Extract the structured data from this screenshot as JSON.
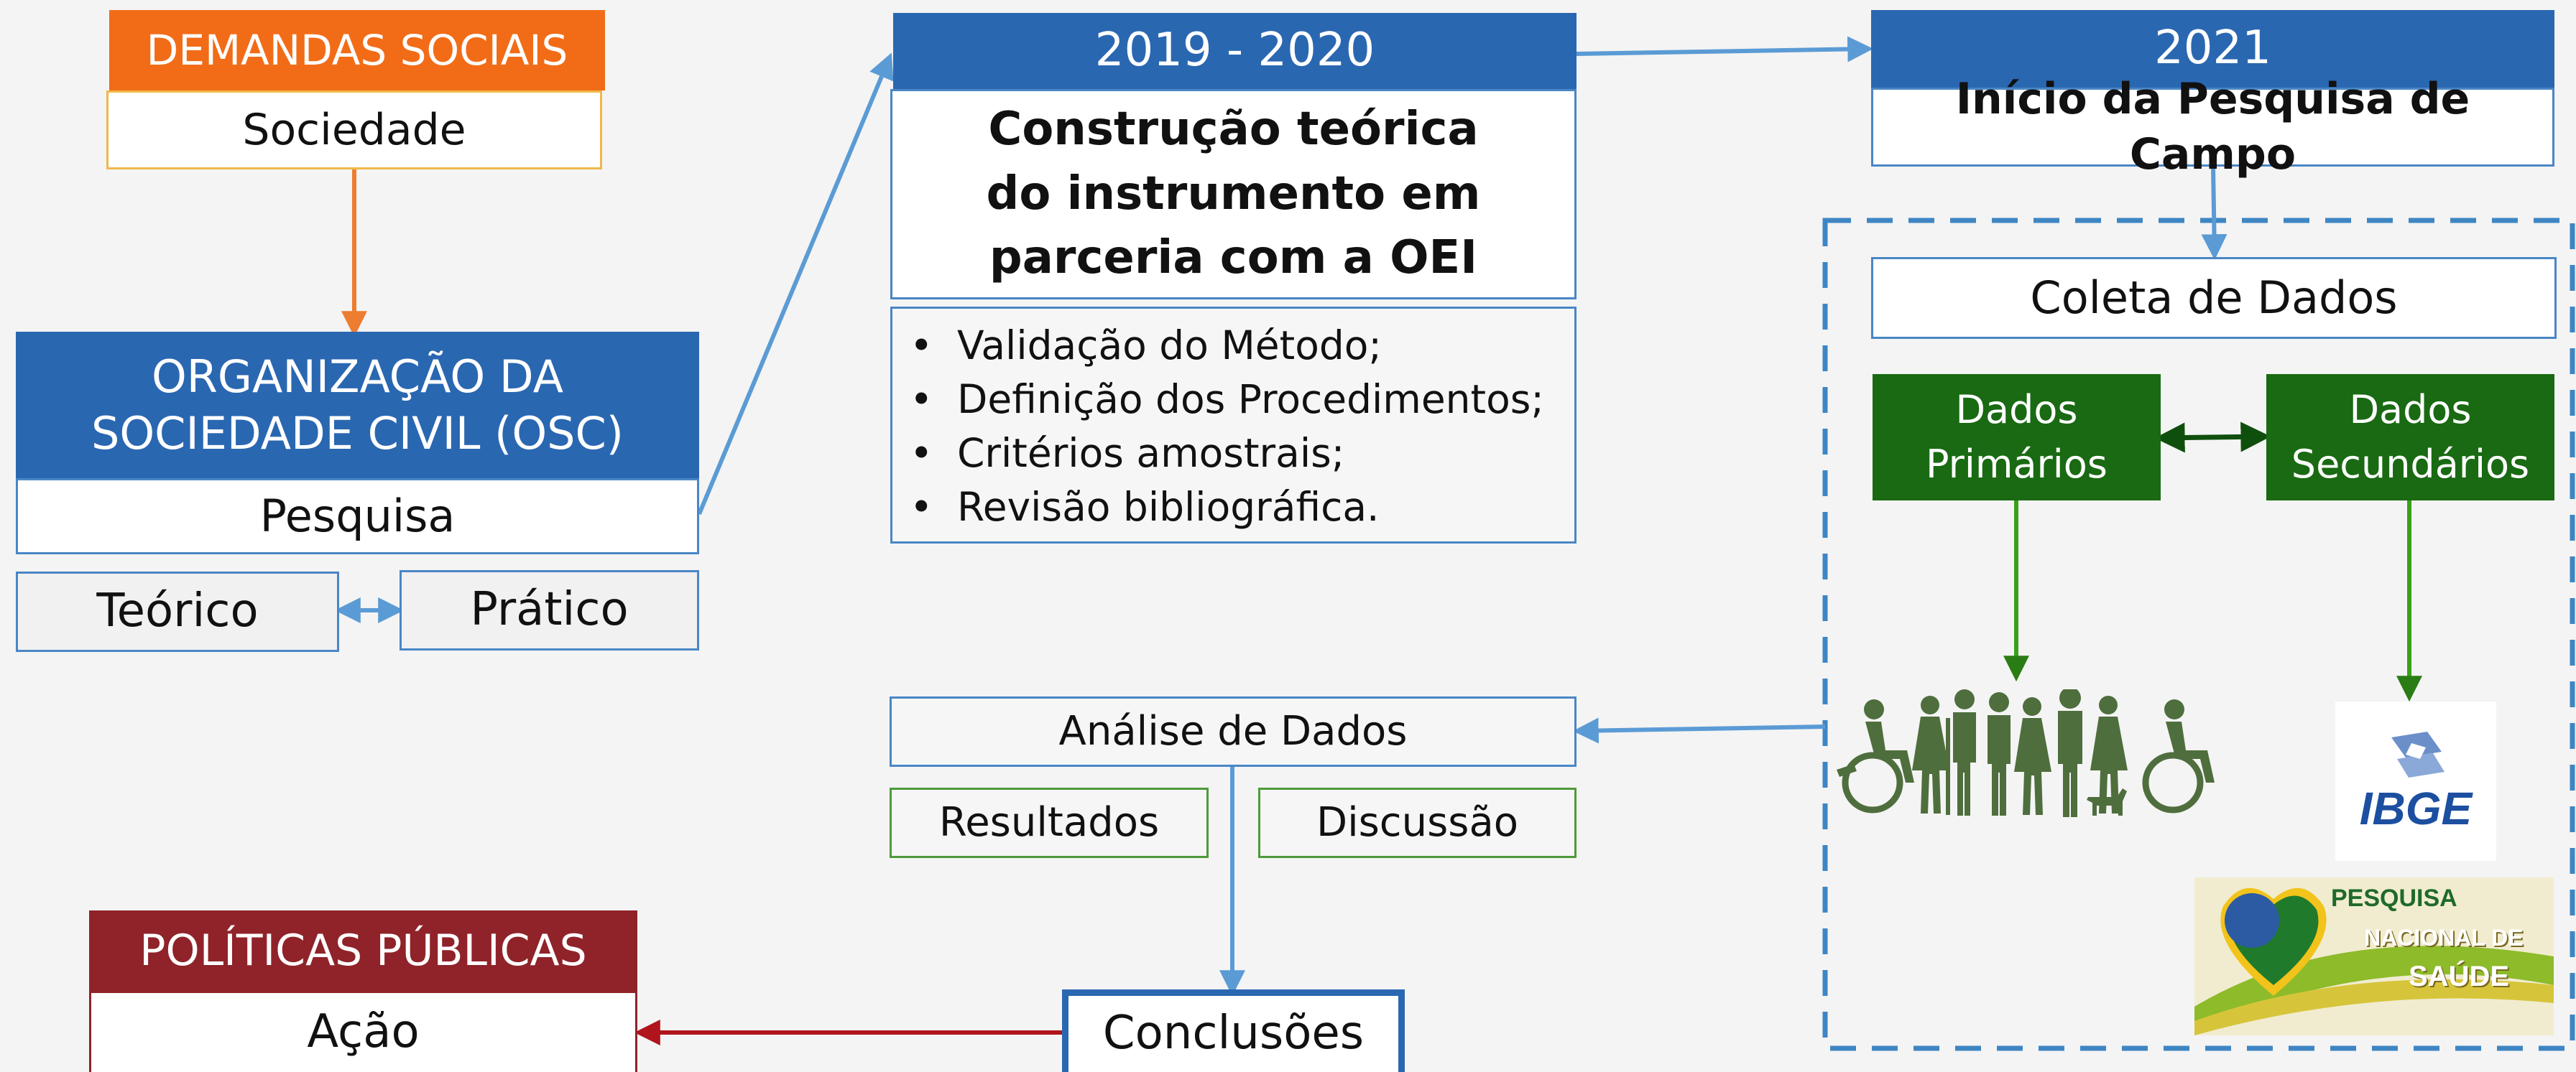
{
  "left": {
    "demandas": {
      "title": "DEMANDAS SOCIAIS",
      "label": "Sociedade"
    },
    "osc": {
      "title": "ORGANIZAÇÃO DA SOCIEDADE CIVIL (OSC)",
      "label": "Pesquisa"
    },
    "teorico": "Teórico",
    "pratico": "Prático",
    "politicas": {
      "title": "POLÍTICAS PÚBLICAS",
      "label": "Ação"
    }
  },
  "middle": {
    "period": "2019 - 2020",
    "construcao": "Construção teórica do instrumento em parceria com a OEI",
    "bullets": [
      "Validação do Método;",
      "Definição dos Procedimentos;",
      "Critérios amostrais;",
      "Revisão bibliográfica."
    ],
    "analise": "Análise de Dados",
    "resultados": "Resultados",
    "discussao": "Discussão",
    "conclusoes": "Conclusões"
  },
  "right": {
    "year": "2021",
    "inicio": "Início da Pesquisa de Campo",
    "coleta": "Coleta de Dados",
    "primarios": "Dados Primários",
    "secundarios": "Dados Secundários",
    "ibge_logo": "IBGE",
    "pns_logo": [
      "PESQUISA",
      "NACIONAL DE",
      "SAÚDE"
    ]
  },
  "icons": [
    "people-with-disabilities-icon",
    "ibge-logo",
    "pesquisa-nacional-saude-logo"
  ]
}
